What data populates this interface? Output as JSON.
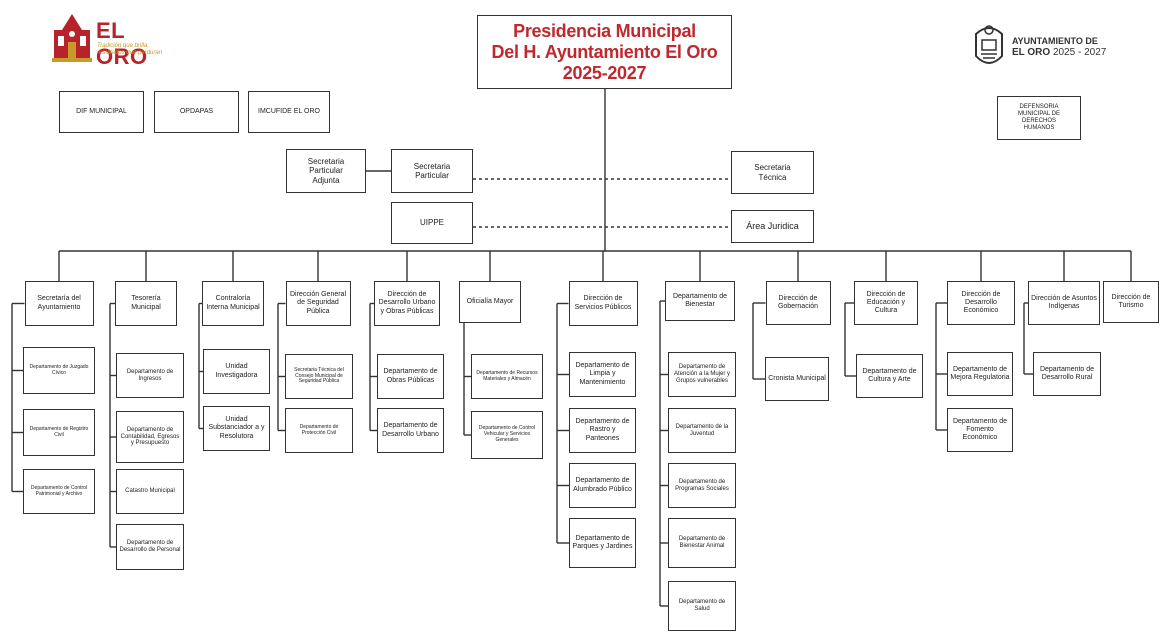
{
  "header": {
    "title_lines": [
      "Presidencia Municipal",
      "Del H. Ayuntamiento El Oro",
      "2025-2027"
    ],
    "left_logo": {
      "name": "EL ORO",
      "tagline_1": "Tradición que brilla,",
      "tagline_2": "resultados que perduran",
      "icon": "church-icon"
    },
    "right_logo": {
      "line1": "AYUNTAMIENTO DE",
      "line2_bold": "EL ORO",
      "line2_years": "2025 - 2027",
      "icon": "municipal-seal-icon"
    }
  },
  "colors": {
    "title": "#c0282d",
    "logo_red": "#b8222a",
    "logo_gold": "#c79a2a",
    "line": "#333333"
  },
  "agencies": [
    "DIF MUNICIPAL",
    "OPDAPAS",
    "IMCUFIDE EL ORO"
  ],
  "defensoria": "DEFENSORIA MUNICIPAL DE DERECHOS HUMANOS",
  "staff": {
    "particular_adjunta": "Secretaria Particular Adjunta",
    "particular": "Secretaria Particular",
    "tecnica": "Secretaria Técnica",
    "uippe": "UIPPE",
    "juridica": "Área Juridica"
  },
  "areas": [
    {
      "name": "Secretaría del Ayuntamiento",
      "subs": [
        "Departamento de Juzgado Cívico",
        "Departamento de Registro Civil",
        "Departamento de Control Patrimonial y Archivo"
      ]
    },
    {
      "name": "Tesorería Municipal",
      "subs": [
        "Departamento de Ingresos",
        "Departamento de Contabilidad, Egresos y Presupuesto",
        "Catastro Municipal",
        "Departamento de Desarrollo de Personal"
      ]
    },
    {
      "name": "Contraloría Interna Municipal",
      "subs": [
        "Unidad Investigadora",
        "Unidad Substanciador a y Resolutora"
      ]
    },
    {
      "name": "Dirección General de Seguridad Pública",
      "subs": [
        "Secretaria Técnica del Consejo Municipal de Seguridad Pública",
        "Departamento de Protección Civil"
      ]
    },
    {
      "name": "Dirección de Desarrollo Urbano y Obras Públicas",
      "subs": [
        "Departamento de Obras Públicas",
        "Departamento de Desarrollo Urbano"
      ]
    },
    {
      "name": "Oficialía Mayor",
      "subs": [
        "Departamento de Recursos Materiales y Almacén",
        "Departamento de Control Vehicular y Servicios Generales"
      ]
    },
    {
      "name": "Dirección de Servicios Públicos",
      "subs": [
        "Departamento de Limpia y Mantenimiento",
        "Departamento de Rastro y Panteones",
        "Departamento de Alumbrado Público",
        "Departamento de Parques y Jardines"
      ]
    },
    {
      "name": "Departamento de Bienestar",
      "subs": [
        "Departamento de Atención a la Mujer y Grupos vulnerables",
        "Departamento de la Juventud",
        "Departamento de Programas Sociales",
        "Departamento de Bienestar Animal",
        "Departamento de Salud"
      ]
    },
    {
      "name": "Dirección de Gobernación",
      "subs": [
        "Cronista Municipal"
      ]
    },
    {
      "name": "Dirección de Educación y Cultura",
      "subs": [
        "Departamento de Cultura y Arte"
      ]
    },
    {
      "name": "Dirección de Desarrollo Económico",
      "subs": [
        "Departamento de Mejora Regulatoria",
        "Departamento de Fomento Económico"
      ]
    },
    {
      "name": "Dirección de Asuntos Indígenas",
      "subs": [
        "Departamento de Desarrollo Rural"
      ]
    },
    {
      "name": "Dirección de Turismo",
      "subs": []
    }
  ]
}
